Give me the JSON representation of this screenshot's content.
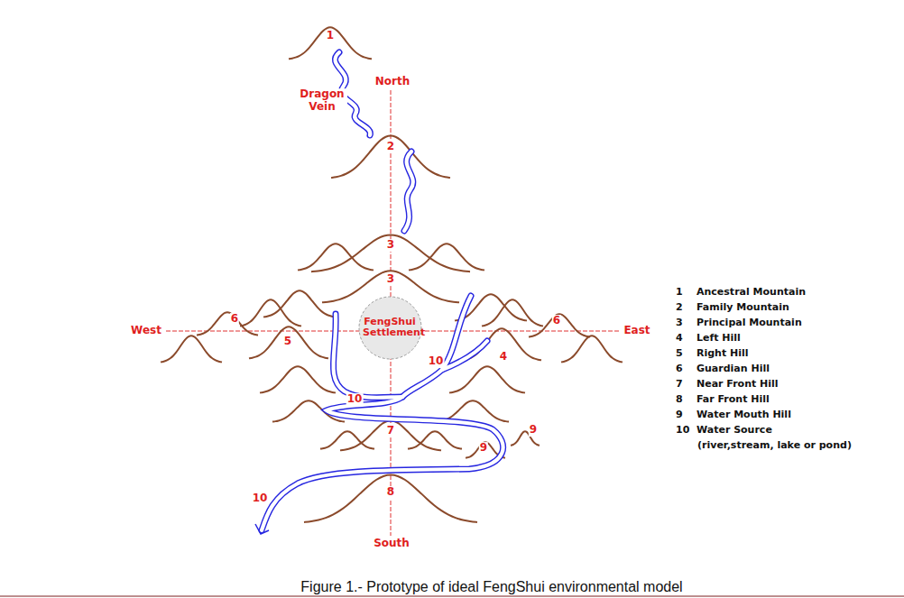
{
  "diagram": {
    "caption": "Figure 1.- Prototype of ideal FengShui environmental model",
    "nodes": [
      {
        "text": [
          "FengShui Settlement"
        ]
      }
    ],
    "labels": [
      "1",
      "Dragon Vein",
      "North",
      "2",
      "3",
      "3",
      "6",
      "West",
      "6",
      "East",
      "5",
      "10",
      "4",
      "10",
      "7",
      "9",
      "9",
      "10",
      "8",
      "South",
      "1",
      "2",
      "3",
      "4",
      "5",
      "6",
      "7",
      "8",
      "9",
      "10",
      "(river,stream, lake or pond)"
    ],
    "legend": [
      {
        "text": "Ancestral Mountain"
      },
      {
        "text": "Family Mountain"
      },
      {
        "text": "Principal Mountain"
      },
      {
        "text": "Left Hill"
      },
      {
        "text": "Right Hill"
      },
      {
        "text": "Guardian Hill"
      },
      {
        "text": "Near Front Hill"
      },
      {
        "text": "Far Front Hill"
      },
      {
        "text": "Water Mouth Hill"
      },
      {
        "text": "Water Source"
      }
    ]
  }
}
